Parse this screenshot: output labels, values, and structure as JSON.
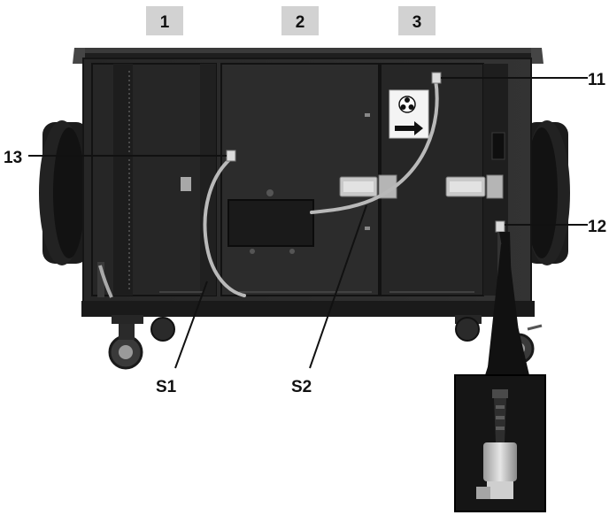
{
  "sections": [
    "1",
    "2",
    "3"
  ],
  "callouts": {
    "c11": "11",
    "c12": "12",
    "c13": "13",
    "s1": "S1",
    "s2": "S2"
  },
  "colors": {
    "section_box": "#d2d2d2",
    "housing": "#2a2a2a",
    "housing_edge": "#151515",
    "hose": "#b9b9b9",
    "latch": "#c9c9c9",
    "text": "#111111"
  }
}
